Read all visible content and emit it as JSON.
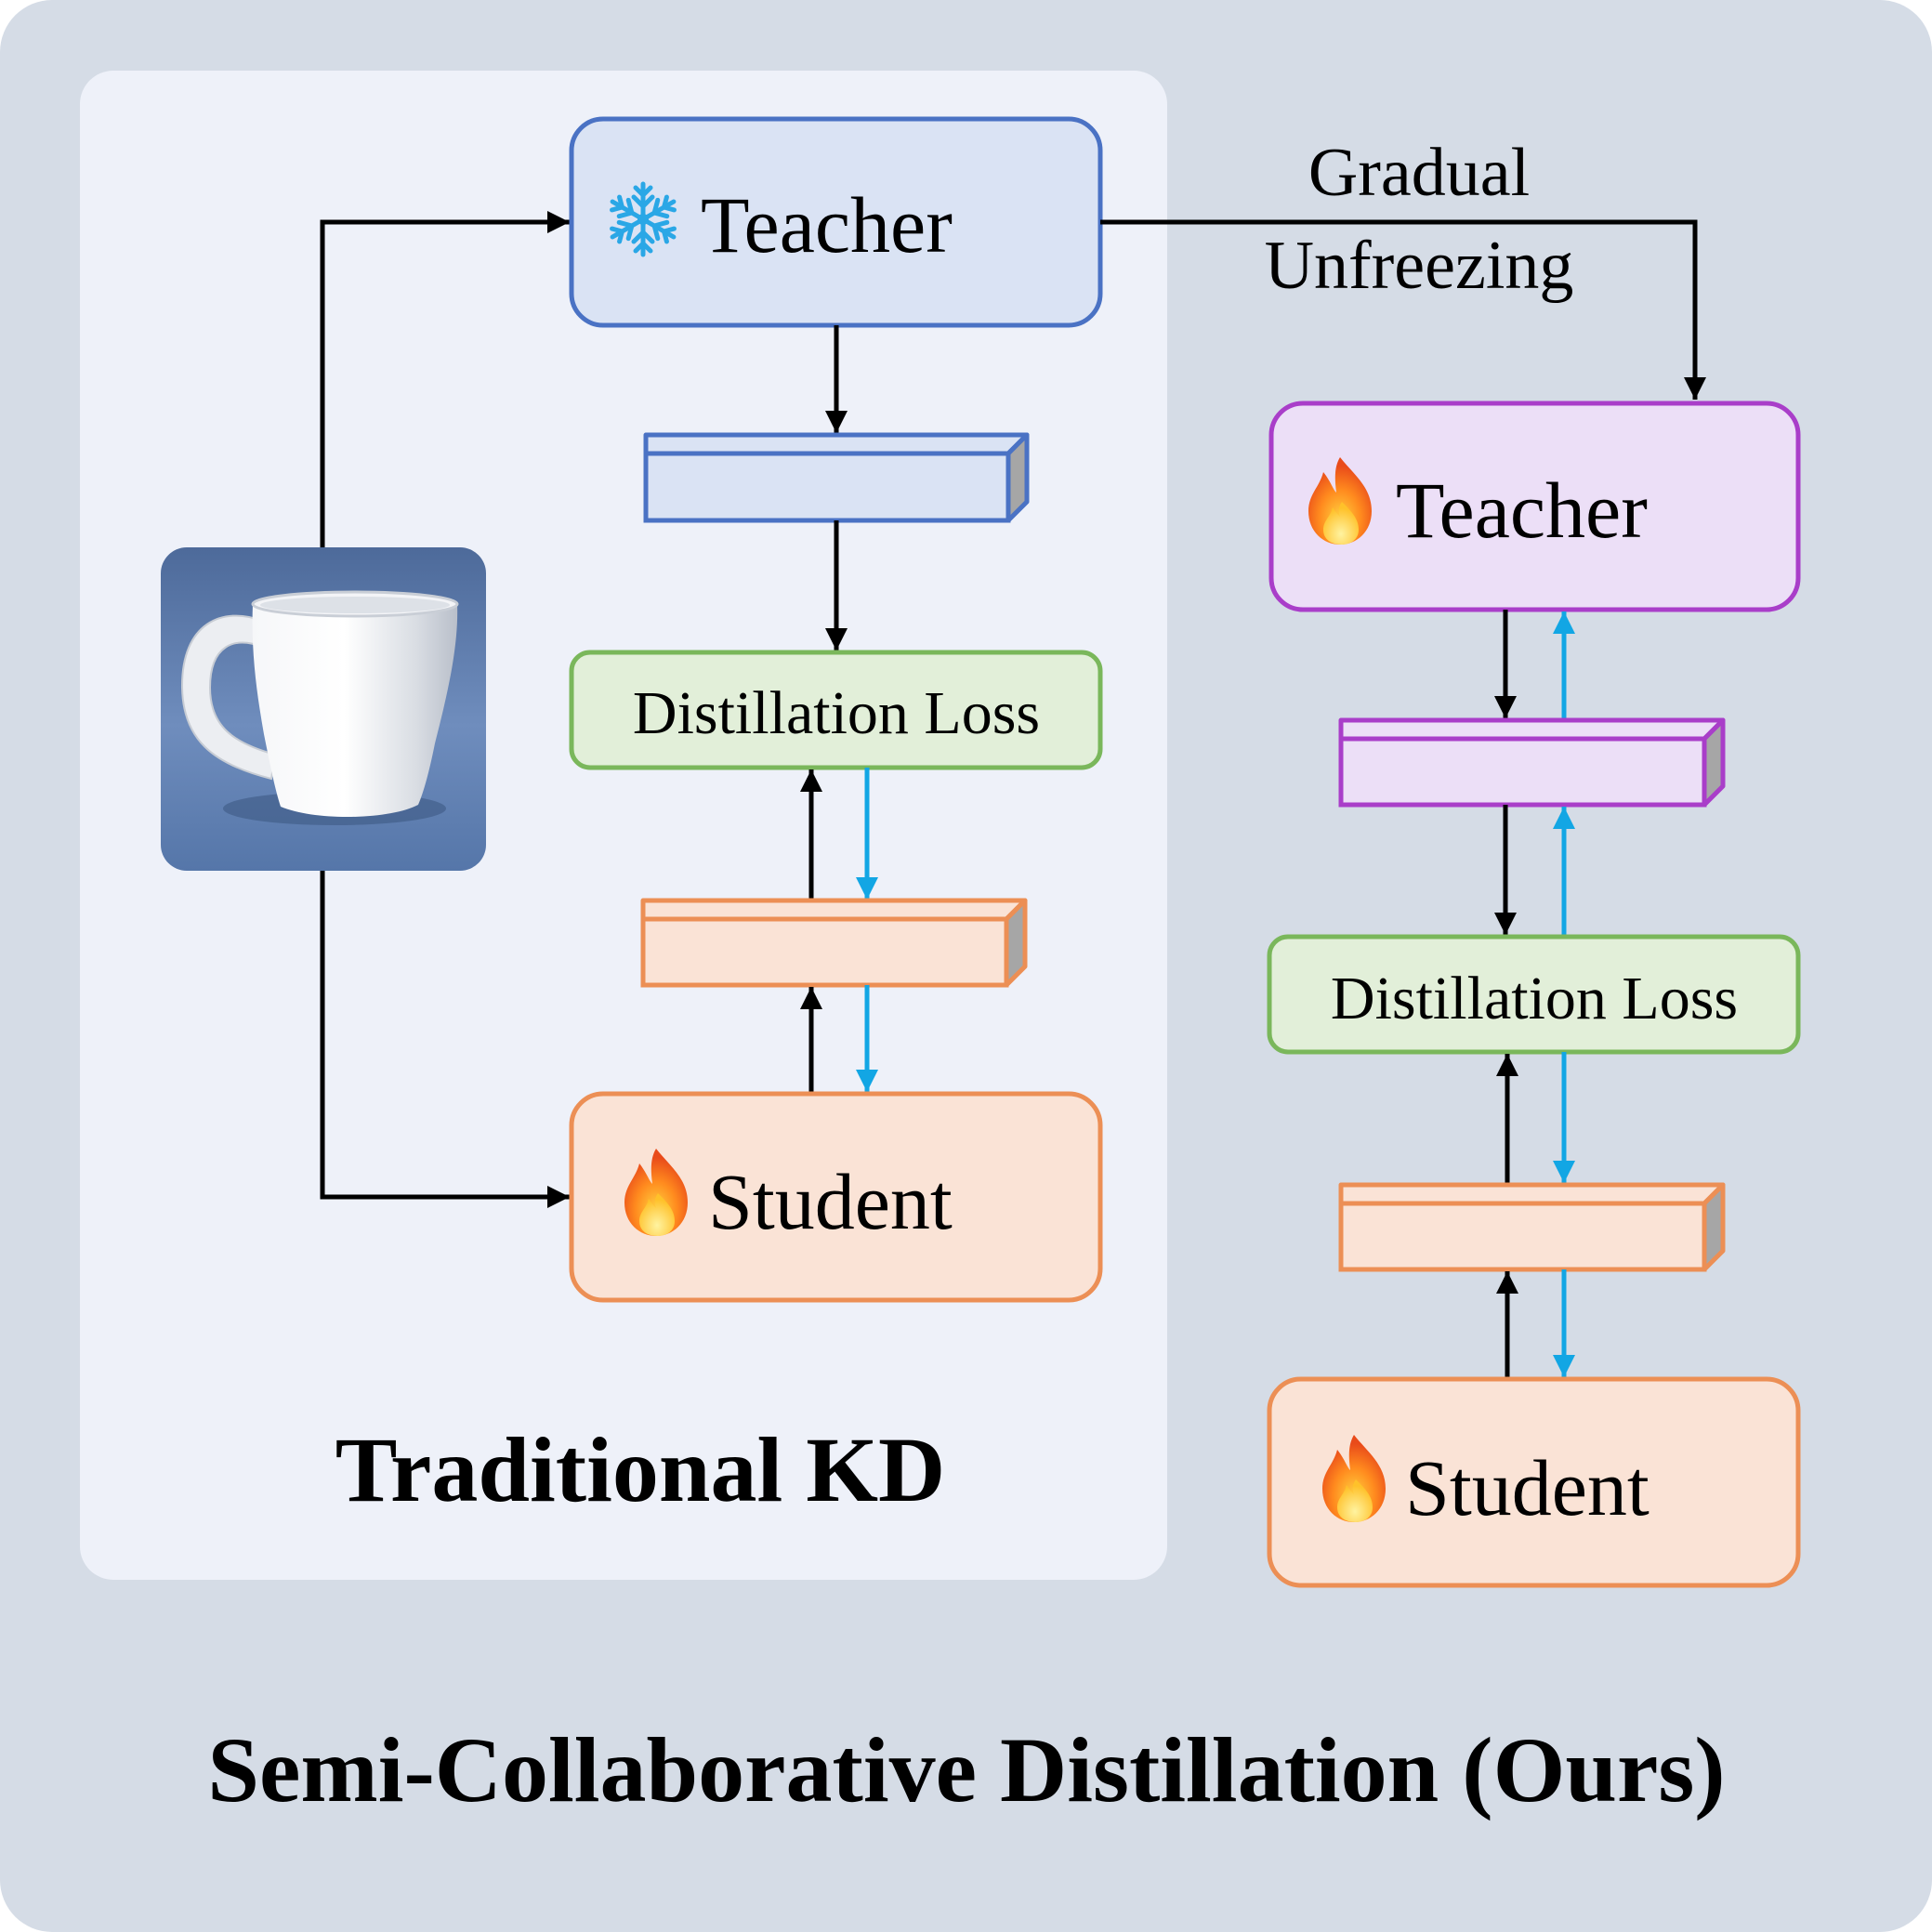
{
  "colors": {
    "outer_bg": "#d5dce6",
    "inner_panel": "#eef1f9",
    "teacher_blue_fill": "#dae3f4",
    "teacher_blue_stroke": "#4a72c4",
    "teacher_purple_fill": "#ecdff7",
    "teacher_purple_stroke": "#a93ec9",
    "loss_fill": "#e2efd9",
    "loss_stroke": "#7ab75b",
    "student_fill": "#fae3d6",
    "student_stroke": "#ec8f55",
    "arrow_black": "#000000",
    "arrow_blue": "#12a6e4"
  },
  "traditional": {
    "teacher": {
      "label": "Teacher",
      "icon": "snowflake-icon"
    },
    "loss": {
      "label": "Distillation Loss"
    },
    "student": {
      "label": "Student",
      "icon": "fire-icon"
    },
    "title": "Traditional KD"
  },
  "ours": {
    "transition_label_line1": "Gradual",
    "transition_label_line2": "Unfreezing",
    "teacher": {
      "label": "Teacher",
      "icon": "fire-icon"
    },
    "loss": {
      "label": "Distillation Loss"
    },
    "student": {
      "label": "Student",
      "icon": "fire-icon"
    }
  },
  "input_image": {
    "icon": "mug-photo"
  },
  "footer_title": "Semi-Collaborative Distillation (Ours)"
}
